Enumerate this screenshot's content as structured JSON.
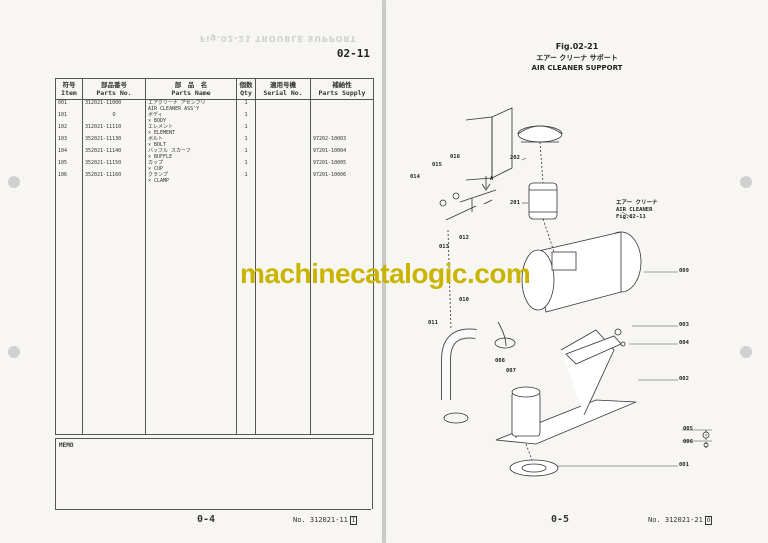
{
  "left_page": {
    "section": "02-11",
    "headers": {
      "item": [
        "符号",
        "Item"
      ],
      "parts_no": [
        "部品番号",
        "Parts No."
      ],
      "parts_name": [
        "部　品　名",
        "Parts Name"
      ],
      "qty": [
        "個数",
        "Qty"
      ],
      "serial": [
        "適用号機",
        "Serial No."
      ],
      "supply": [
        "補給性",
        "Parts Supply"
      ]
    },
    "rows": [
      {
        "item": "001",
        "parts_no": "312021-11000",
        "jp": "エアクリーナ アセンブリ",
        "name": "AIR CLEANER ASS'Y",
        "qty": "1",
        "serial": "",
        "supply": ""
      },
      {
        "item": "101",
        "parts_no": "O",
        "jp": "ボディ",
        "name": "× BODY",
        "qty": "1",
        "serial": "",
        "supply": ""
      },
      {
        "item": "102",
        "parts_no": "312021-11110",
        "jp": "エレメント",
        "name": "× ELEMENT",
        "qty": "1",
        "serial": "",
        "supply": ""
      },
      {
        "item": "103",
        "parts_no": "352021-11130",
        "jp": "ボルト",
        "name": "× BOLT",
        "qty": "1",
        "serial": "",
        "supply": "97202-10003"
      },
      {
        "item": "104",
        "parts_no": "352021-11140",
        "jp": "バッフル スカーフ",
        "name": "× BUFFLE",
        "qty": "1",
        "serial": "",
        "supply": "97201-10004"
      },
      {
        "item": "105",
        "parts_no": "352021-11150",
        "jp": "カップ",
        "name": "× CUP",
        "qty": "1",
        "serial": "",
        "supply": "97201-10005"
      },
      {
        "item": "106",
        "parts_no": "352021-11160",
        "jp": "クランプ",
        "name": "× CLAMP",
        "qty": "1",
        "serial": "",
        "supply": "97201-10006"
      }
    ],
    "memo": "MEMO",
    "page_num": "0-4",
    "doc_num": "No. 312021-11",
    "doc_box": "I"
  },
  "right_page": {
    "fig_num": "Fig.02-21",
    "fig_jp": "エアー クリーナ サポート",
    "fig_en": "AIR CLEANER SUPPORT",
    "callout_jp": "エアー クリーナ",
    "callout_en": "AIR CLEANER",
    "callout_ref": "Fig.02-11",
    "labels": [
      "015",
      "016",
      "014",
      "013",
      "012",
      "202",
      "201",
      "009",
      "010",
      "011",
      "003",
      "004",
      "008",
      "007",
      "002",
      "006",
      "005",
      "001"
    ],
    "arrow_label": "A",
    "page_num": "0-5",
    "doc_num": "No. 312021-21",
    "doc_box": "O"
  },
  "watermark": "machinecatalogic.com"
}
